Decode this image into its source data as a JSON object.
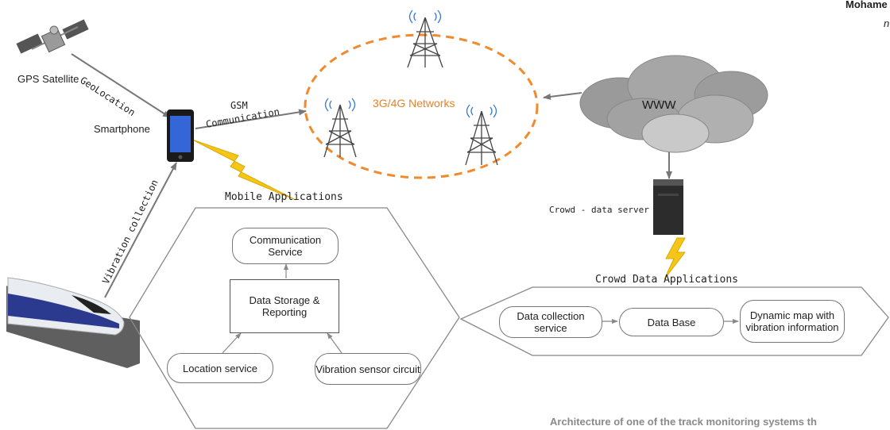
{
  "header": {
    "author": "Mohame",
    "sub": "n"
  },
  "nodes": {
    "gps_satellite": "GPS Satellite",
    "smartphone": "Smartphone",
    "networks": "3G/4G Networks",
    "www": "WWW",
    "crowd_server": "Crowd - data server"
  },
  "edges": {
    "geolocation": "GeoLocation",
    "gsm_line1": "GSM",
    "gsm_line2": "Communication",
    "vibration_collection": "Vibration collection"
  },
  "mobile_app": {
    "title": "Mobile Applications",
    "communication_service": "Communication Service",
    "data_storage": "Data Storage & Reporting",
    "location_service": "Location service",
    "vibration_sensor": "Vibration sensor circuit"
  },
  "crowd_app": {
    "title": "Crowd Data Applications",
    "data_collection": "Data collection service",
    "database": "Data Base",
    "dynamic_map": "Dynamic map with vibration information"
  },
  "caption": "Architecture of one of the track monitoring systems th",
  "colors": {
    "network_ring": "#f08a2c",
    "network_text": "#e8822a",
    "lightning": "#f5c518",
    "arrow": "#777777"
  }
}
